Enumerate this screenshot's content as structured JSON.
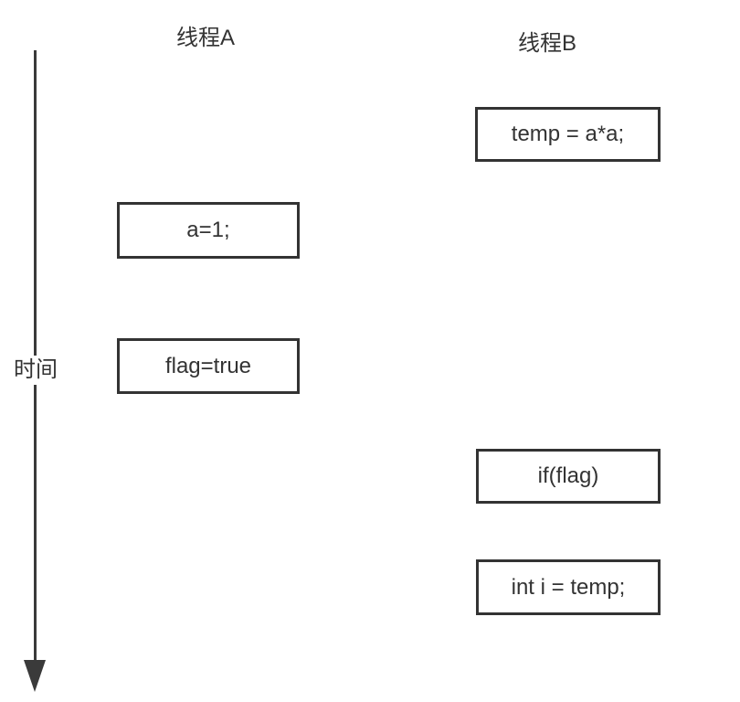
{
  "diagram": {
    "thread_a_label": "线程A",
    "thread_b_label": "线程B",
    "time_label": "时间",
    "boxes": [
      {
        "thread": "B",
        "text": "temp = a*a;"
      },
      {
        "thread": "A",
        "text": "a=1;"
      },
      {
        "thread": "A",
        "text": "flag=true"
      },
      {
        "thread": "B",
        "text": "if(flag)"
      },
      {
        "thread": "B",
        "text": "int i = temp;"
      }
    ],
    "colors": {
      "background": "#ffffff",
      "line": "#3a3a3a",
      "box_border": "#333333",
      "text": "#333333"
    }
  }
}
